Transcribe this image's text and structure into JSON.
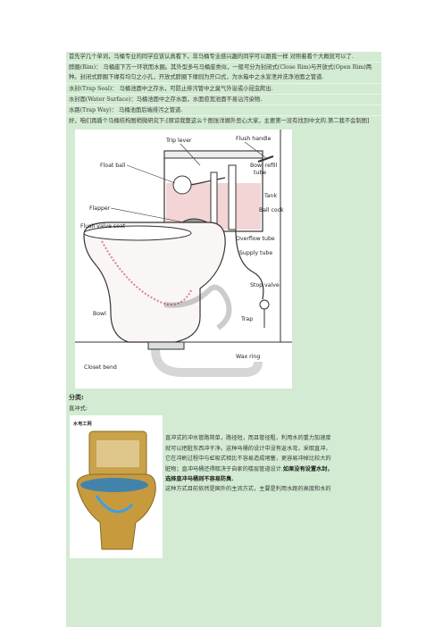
{
  "intro": "首先学几个单词，马桶专业的同学应该认真看下，非马桶专业感兴趣的同学可以跟我一样 对照着看个大概就可以了.",
  "definitions": [
    "脖圈(Rim)： 马桶座下方一环状而水圈。其外型多与马桶座类似，一般可分为封闭式(Close Rim)与开放式(Open Rim)两种。封闭式脖圈下缘有均匀之小孔，开放式脖圈下缘则为开口式，为水箱中之水宣泄并洗净池面之管道.",
    "水封(Trap Seal)： 马桶池面中之存水，可防止排污管中之臭气外溢或小昆虫爬出.",
    "水封面(Water Surface)：马桶池面中之存水面，水面愈宽池面不易沾污染物.",
    "水路(Trap Way)： 马桶池面后端排污之管道."
  ],
  "structure_intro": "好，咱们再盾个马桶结构图稍微研究下:[原谅我整这么个图张洋娜外恶心大家，主要第一没有找到中文的.第二我不会制图]",
  "diagram": {
    "labels": {
      "float_ball": "Float ball",
      "trip_lever": "Trip lever",
      "flush_handle": "Flush handle",
      "bowl_refill_tube": "Bowl refill",
      "bowl_refill_tube2": "tube",
      "tank": "Tank",
      "ball_cock": "Ball cock",
      "flapper": "Flapper",
      "flush_valve_seat": "Flush valve seat",
      "overflow_tube": "Overflow tube",
      "supply_tube": "Supply tube",
      "bowl": "Bowl",
      "stop_valve": "Stop valve",
      "trap": "Trap",
      "wax_ring": "Wax ring",
      "closet_bend": "Closet bend"
    }
  },
  "section_title": "分类:",
  "subtype": "直冲式:",
  "photo_logo": "水电工网",
  "description_lines": [
    "直冲式的冲水管路简单，路径短，而且管径粗，利用水的重力加速度",
    "就可以把脏东西冲干净。这种马桶的设计中没有返水弯，采取直冲，",
    "它在冲刷过程中与虹吸式相比不容易造成堵塞，更容易冲掉比较大的",
    "脏物；直冲马桶还得取决于自家的楼层管道设计."
  ],
  "bold_tail": "如果没有设置水封，",
  "bold_line": "选择直冲马桶则不容易防臭.",
  "last_line": "这种方式目前依然是国外的主流方式，主要是利用水跑的高度和水的"
}
